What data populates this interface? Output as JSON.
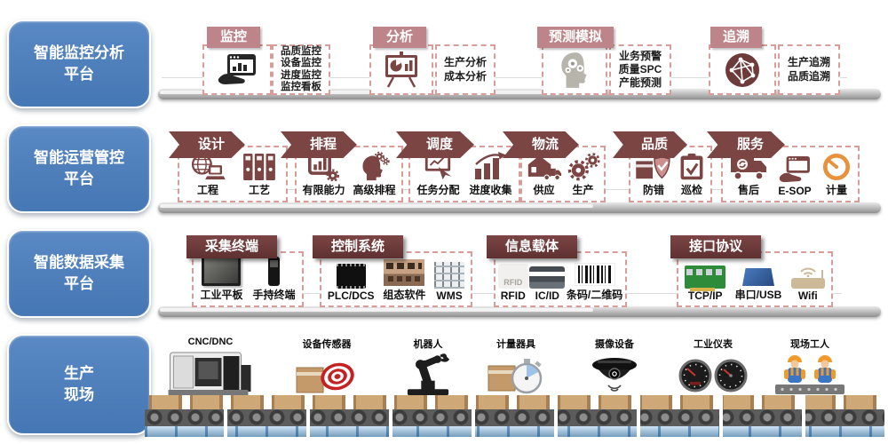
{
  "colors": {
    "platform_blue": "#4d7fbe",
    "row1_tag_bg": "#bd8589",
    "row2_arrow_bg": "#7a4543",
    "row3_header_bg": "#6e3b3b",
    "dashed_border": "#d99d99",
    "icon_maroon": "#7a4543",
    "metrology_orange": "#e8923f",
    "sensor_target_red": "#c42222",
    "conveyor_rail_blue": "#8fbfe6",
    "carton_brown": "#cfa878"
  },
  "tile_texts": {
    "rfid": "RFID"
  },
  "rows": [
    {
      "title_line1": "智能监控分析",
      "title_line2": "平台",
      "sections": [
        {
          "label": "监控",
          "icon": "monitor-window-hand-icon",
          "items": [
            "品质监控",
            "设备监控",
            "进度监控",
            "监控看板"
          ]
        },
        {
          "label": "分析",
          "icon": "presentation-pie-chart-icon",
          "items": [
            "生产分析",
            "成本分析"
          ]
        },
        {
          "label": "预测模拟",
          "icon": "brain-gears-icon",
          "items": [
            "业务预警",
            "质量SPC",
            "产能预测"
          ]
        },
        {
          "label": "追溯",
          "icon": "trace-network-sphere-icon",
          "items": [
            "生产追溯",
            "品质追溯"
          ]
        }
      ]
    },
    {
      "title_line1": "智能运营管控",
      "title_line2": "平台",
      "sections": [
        {
          "label": "设计",
          "items": [
            {
              "label": "工程"
            },
            {
              "label": "工艺"
            }
          ]
        },
        {
          "label": "排程",
          "items": [
            {
              "label": "有限能力"
            },
            {
              "label": "高级排程"
            }
          ]
        },
        {
          "label": "调度",
          "items": [
            {
              "label": "任务分配"
            },
            {
              "label": "进度收集"
            }
          ]
        },
        {
          "label": "物流",
          "items": [
            {
              "label": "供应"
            },
            {
              "label": "生产"
            }
          ]
        },
        {
          "label": "品质",
          "items": [
            {
              "label": "防错"
            },
            {
              "label": "巡检"
            }
          ]
        },
        {
          "label": "服务",
          "items": [
            {
              "label": "售后"
            },
            {
              "label": "E-SOP"
            },
            {
              "label": "计量"
            }
          ]
        }
      ]
    },
    {
      "title_line1": "智能数据采集",
      "title_line2": "平台",
      "sections": [
        {
          "label": "采集终端",
          "items": [
            {
              "label": "工业平板"
            },
            {
              "label": "手持终端"
            }
          ]
        },
        {
          "label": "控制系统",
          "items": [
            {
              "label": "PLC/DCS"
            },
            {
              "label": "组态软件"
            },
            {
              "label": "WMS"
            }
          ]
        },
        {
          "label": "信息载体",
          "items": [
            {
              "label": "RFID"
            },
            {
              "label": "IC/ID"
            },
            {
              "label": "条码/二维码"
            }
          ]
        },
        {
          "label": "接口协议",
          "items": [
            {
              "label": "TCP/IP"
            },
            {
              "label": "串口/USB"
            },
            {
              "label": "Wifi"
            }
          ]
        }
      ]
    },
    {
      "title_line1": "生产",
      "title_line2": "现场",
      "items": [
        {
          "label": "CNC/DNC"
        },
        {
          "label": "设备传感器"
        },
        {
          "label": "机器人"
        },
        {
          "label": "计量器具"
        },
        {
          "label": "摄像设备"
        },
        {
          "label": "工业仪表"
        },
        {
          "label": "现场工人"
        }
      ]
    }
  ]
}
